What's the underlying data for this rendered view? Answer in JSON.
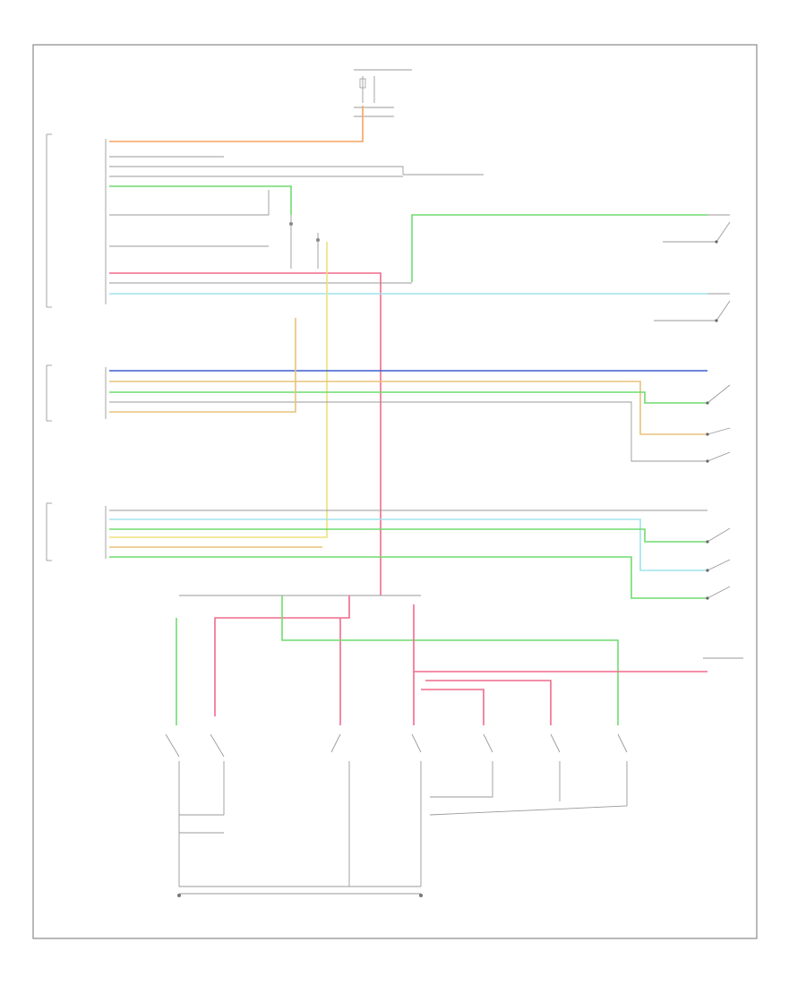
{
  "diagram": {
    "footer_label": "",
    "colors": {
      "orange": "#f4a460",
      "green": "#6fdc6f",
      "blue": "#3a5fd0",
      "cyan": "#9fe3ec",
      "pink": "#f06a8a",
      "tan": "#e8c27a",
      "yellow": "#efe07a",
      "gray": "#9a9a9a"
    },
    "wires": [
      {
        "color": "orange",
        "label": ""
      },
      {
        "color": "green",
        "label": ""
      },
      {
        "color": "cyan",
        "label": ""
      },
      {
        "color": "blue",
        "label": ""
      },
      {
        "color": "pink",
        "label": ""
      },
      {
        "color": "tan",
        "label": ""
      },
      {
        "color": "yellow",
        "label": ""
      }
    ]
  }
}
